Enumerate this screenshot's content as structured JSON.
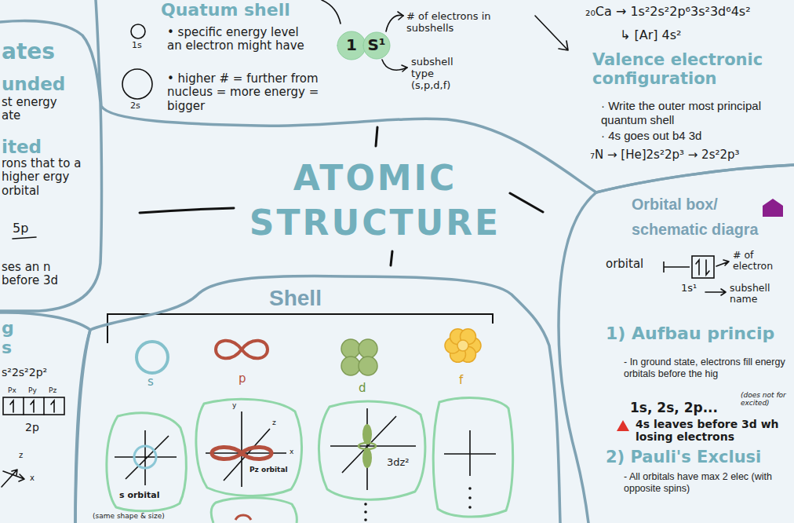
{
  "diagram": {
    "title": "ATOMIC STRUCTURE",
    "nodes": [
      {
        "text": [
          "ates",
          "unded",
          "st energy ate",
          "ited",
          "rons that to a higher ergy orbital",
          "5p",
          "ses an n before 3d"
        ]
      },
      {
        "text": [
          "Quatum shell",
          "1s",
          "2s",
          "• specific energy level an electron might have",
          "• higher # = further from nucleus = more energy = bigger",
          "# of electrons in subshells",
          "subshell type (s,p,d,f)",
          "₂₀Ca → 1s²2s²2p⁶3s²3d⁶4s²",
          "↳ [Ar] 4s²",
          "Valence electronic configuration",
          "· Write the outer most principal quantum shell",
          "· 4s goes out b4 3d",
          "₇N → [He]2s²2p³ → 2s²2p³"
        ]
      },
      {
        "text": [
          "1"
        ],
        "in": 1
      },
      {
        "text": [
          "S¹"
        ],
        "in": 1
      },
      {
        "text": [
          "Orbital box/ schematic diagra",
          "orbital",
          "# of electron",
          "1s¹",
          "subshell name",
          "1) Aufbau princip",
          "- In ground state, electrons fill energy orbitals before the hig",
          "1s, 2s, 2p...",
          "(does not for excited)",
          "4s leaves before 3d wh losing electrons",
          "2) Pauli's Exclusi",
          "- All orbitals have max 2 elec (with opposite spins)"
        ]
      },
      {
        "text": [
          "g s",
          "s²2s²2p²",
          "Px",
          "Py",
          "Pz",
          "2p",
          "z",
          "x"
        ]
      },
      {
        "text": [
          "Shell",
          "s",
          "p",
          "d",
          "f",
          "(same shape & size)"
        ]
      },
      {
        "text": [
          "s orbital"
        ],
        "in": 6
      },
      {
        "text": [
          "y",
          "z",
          "x",
          "Pz orbital"
        ],
        "in": 6
      },
      {
        "text": [
          "3dz²"
        ],
        "in": 6
      }
    ]
  }
}
